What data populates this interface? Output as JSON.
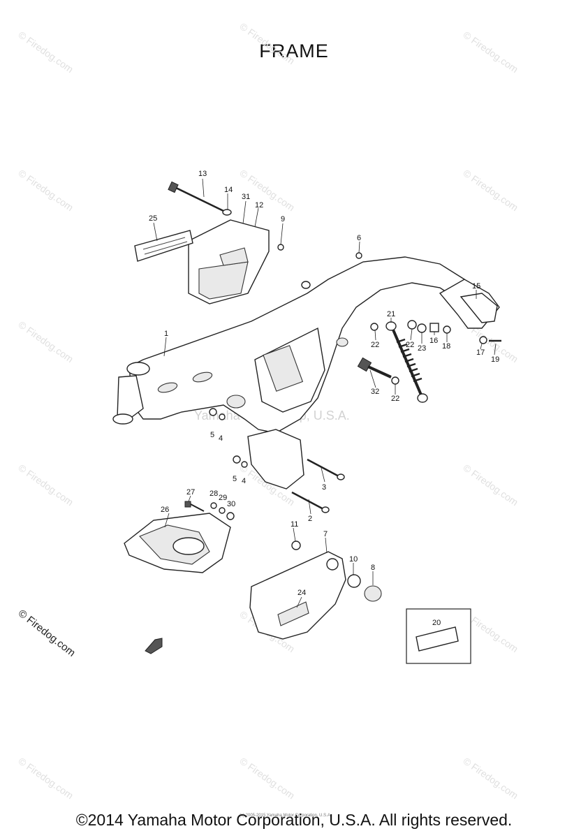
{
  "title": "FRAME",
  "copyright": "©2014 Yamaha Motor Corporation, U.S.A. All rights reserved.",
  "footer_small": "(c) 2005-2015 Yamaha Motor Corporation, U.S.A.",
  "center_watermark": "Yamaha Motor Corp, U.S.A.",
  "watermark_text": "© Firedog.com",
  "part_labels": [
    "1",
    "2",
    "3",
    "4",
    "5",
    "6",
    "7",
    "8",
    "9",
    "10",
    "11",
    "12",
    "13",
    "14",
    "15",
    "16",
    "17",
    "18",
    "19",
    "20",
    "21",
    "22",
    "23",
    "24",
    "25",
    "26",
    "27",
    "28",
    "29",
    "30",
    "31",
    "32"
  ],
  "repeat_labels": {
    "p4": "4",
    "p5": "5",
    "p22": "22"
  }
}
